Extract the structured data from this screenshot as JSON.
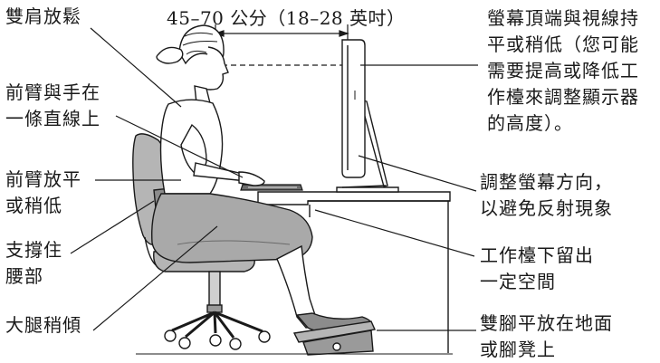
{
  "measurement": "45–70 公分（18–28 英吋）",
  "labels": {
    "shoulders": "雙肩放鬆",
    "forearm_hand": "前臂與手在\n一條直線上",
    "forearm_level": "前臂放平\n或稍低",
    "lower_back": "支撐住\n腰部",
    "thighs": "大腿稍傾",
    "monitor_top": "螢幕頂端與視線持\n平或稍低（您可能\n需要提高或降低工\n作檯來調整顯示器\n的高度）。",
    "monitor_angle": "調整螢幕方向，\n以避免反射現象",
    "clearance": "工作檯下留出\n一定空間",
    "feet": "雙腳平放在地面\n或腳凳上"
  },
  "colors": {
    "line": "#1a1a1a",
    "skirt": "#a9a9a9",
    "chair": "#b5b5b5",
    "lumbar": "#8c8c8c",
    "desk": "#ffffff"
  }
}
